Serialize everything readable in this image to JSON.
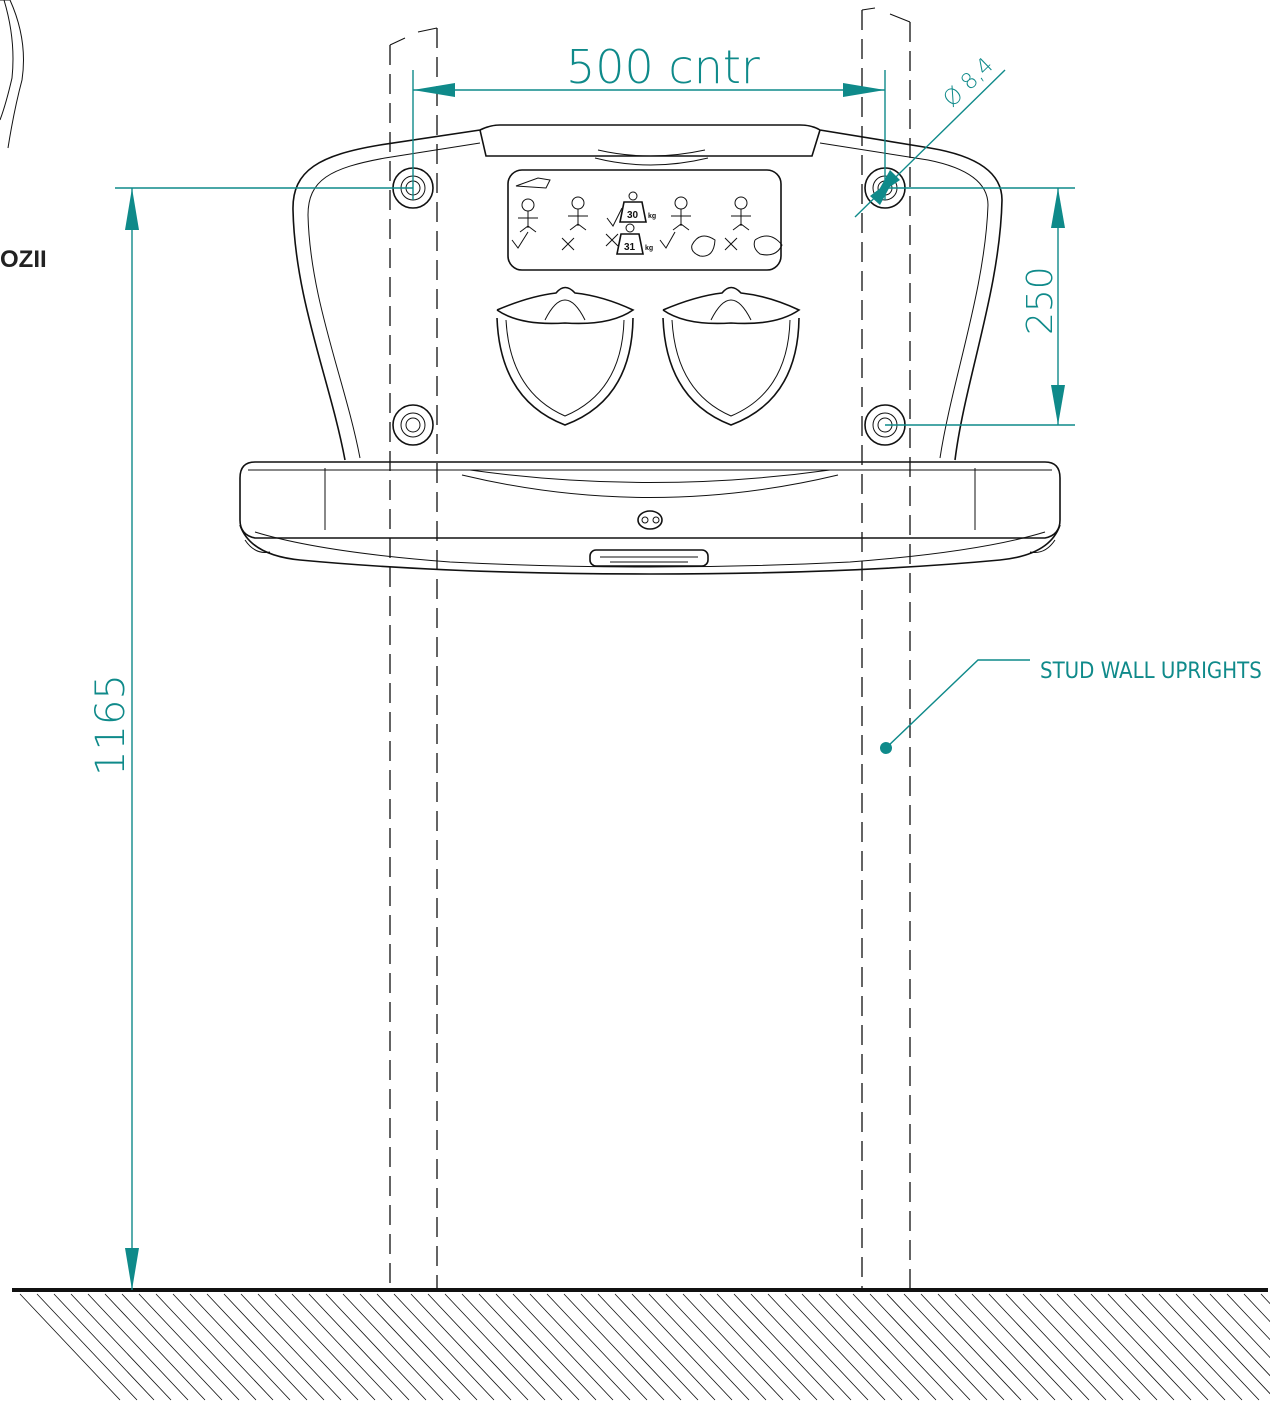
{
  "labels": {
    "side_text": "OZII"
  },
  "dimensions": {
    "horizontal_centres": "500 cntr",
    "hole_diameter": "Ø 8,4",
    "vertical_hole_spacing": "250",
    "height_from_floor": "1165"
  },
  "annotations": {
    "stud_wall": "STUD WALL UPRIGHTS"
  },
  "pictogram": {
    "weight_ok": "30",
    "weight_over": "31",
    "weight_unit": "kg"
  },
  "colors": {
    "dimension": "#0f8a8a",
    "outline": "#111111"
  }
}
